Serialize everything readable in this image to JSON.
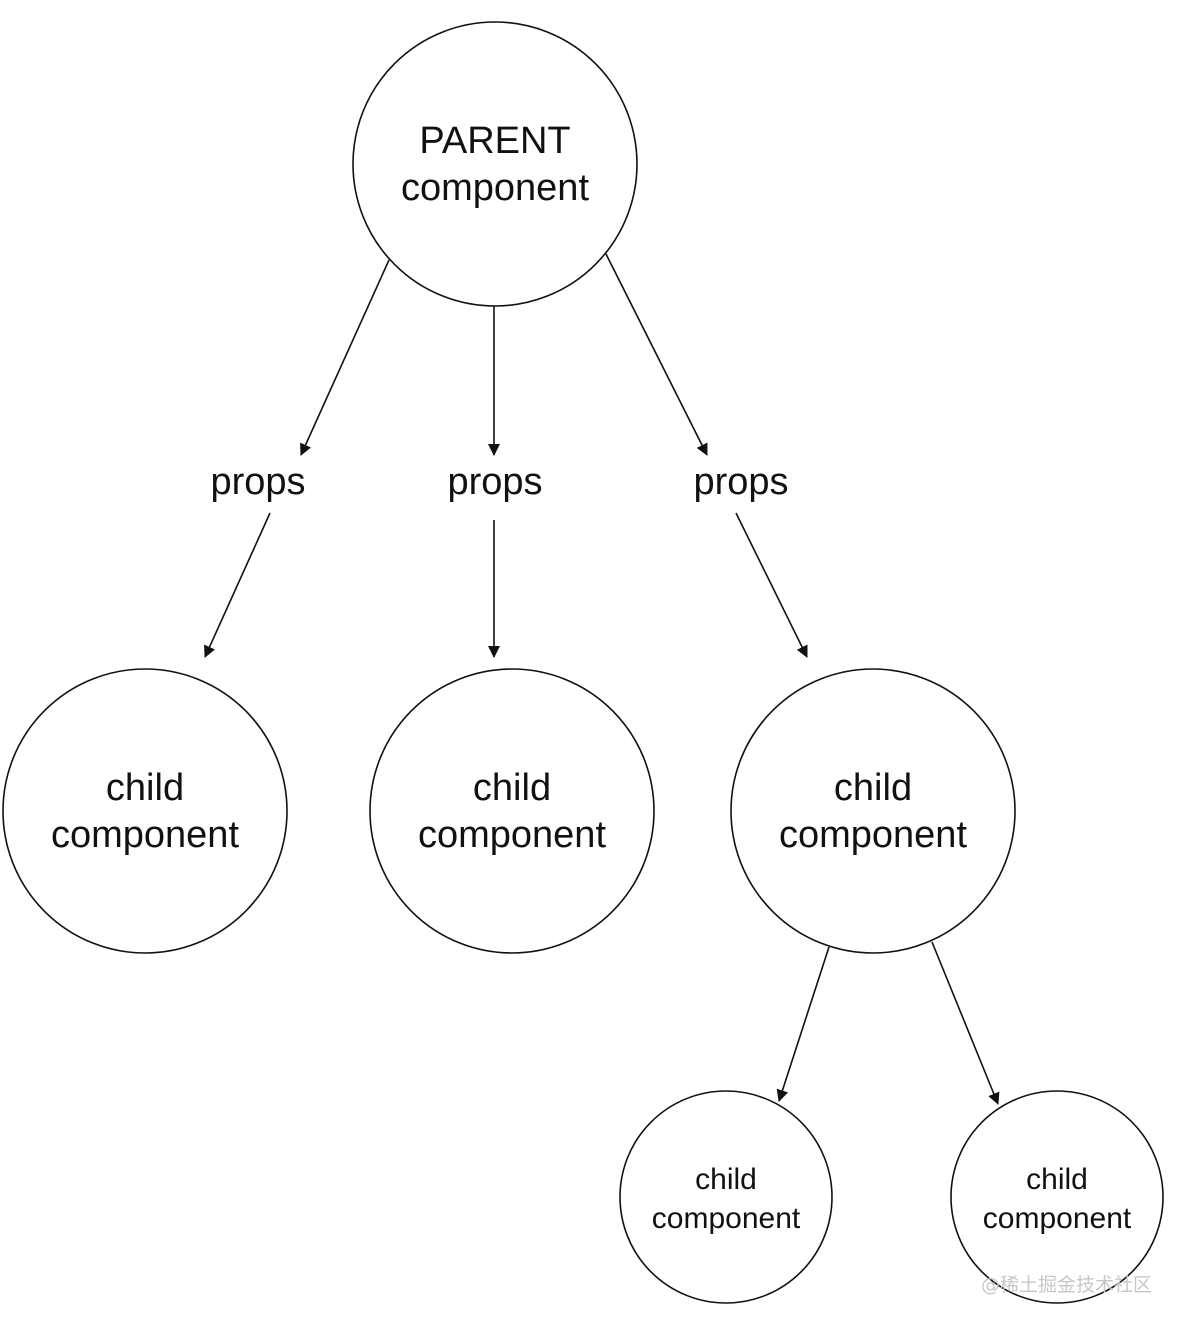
{
  "nodes": {
    "parent": {
      "line1": "PARENT",
      "line2": "component"
    },
    "child1": {
      "line1": "child",
      "line2": "component"
    },
    "child2": {
      "line1": "child",
      "line2": "component"
    },
    "child3": {
      "line1": "child",
      "line2": "component"
    },
    "grandchild1": {
      "line1": "child",
      "line2": "component"
    },
    "grandchild2": {
      "line1": "child",
      "line2": "component"
    }
  },
  "edge_labels": {
    "left": "props",
    "middle": "props",
    "right": "props"
  },
  "watermark": "@稀土掘金技术社区",
  "colors": {
    "stroke": "#111111",
    "background": "#ffffff",
    "watermark": "#c7c7c7"
  }
}
